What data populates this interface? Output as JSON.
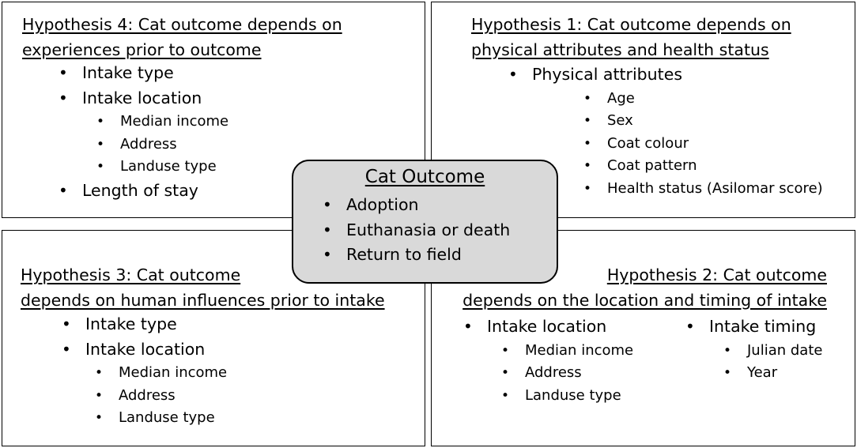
{
  "outcome": {
    "title": "Cat Outcome",
    "items": [
      "Adoption",
      "Euthanasia or death",
      "Return to field"
    ]
  },
  "h4": {
    "title_line1": "Hypothesis 4: Cat outcome depends on",
    "title_line2": "experiences prior to outcome",
    "items": [
      {
        "label": "Intake type"
      },
      {
        "label": "Intake location",
        "sub": [
          "Median income",
          "Address",
          "Landuse type"
        ]
      },
      {
        "label": "Length of stay"
      }
    ]
  },
  "h1": {
    "title_line1": "Hypothesis 1: Cat outcome depends on",
    "title_line2": "physical attributes and health status",
    "items": [
      {
        "label": "Physical attributes",
        "sub": [
          "Age",
          "Sex",
          "Coat colour",
          "Coat pattern",
          "Health status (Asilomar score)"
        ]
      }
    ]
  },
  "h3": {
    "title_line1": "Hypothesis 3: Cat outcome",
    "title_line2": "depends on human influences prior to intake",
    "items": [
      {
        "label": "Intake type"
      },
      {
        "label": "Intake location",
        "sub": [
          "Median income",
          "Address",
          "Landuse type"
        ]
      }
    ]
  },
  "h2": {
    "title_line1": "Hypothesis 2: Cat outcome",
    "title_line2": "depends on the location and timing of intake",
    "col_a": {
      "label": "Intake location",
      "sub": [
        "Median income",
        "Address",
        "Landuse type"
      ]
    },
    "col_b": {
      "label": "Intake timing",
      "sub": [
        "Julian date",
        "Year"
      ]
    }
  }
}
